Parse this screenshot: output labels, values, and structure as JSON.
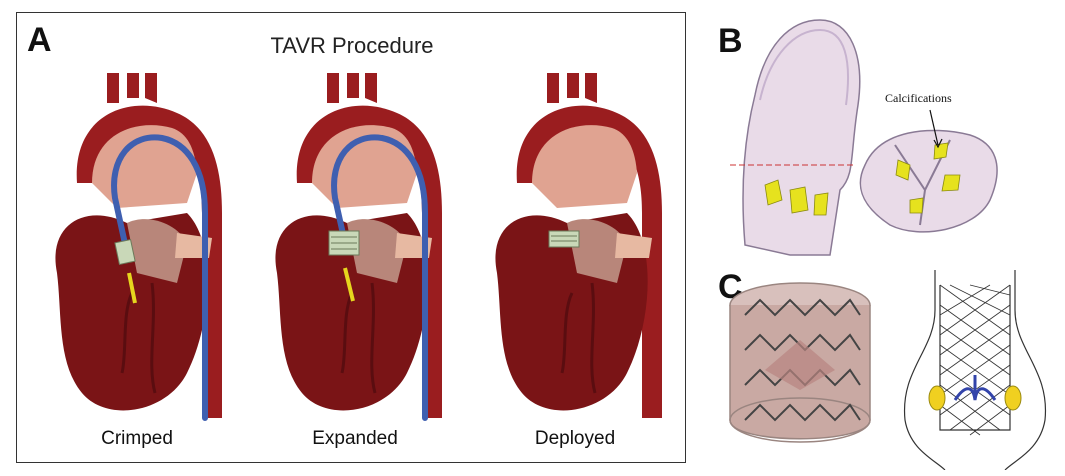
{
  "panel_a": {
    "label": "A",
    "title": "TAVR Procedure",
    "stages": [
      {
        "caption": "Crimped"
      },
      {
        "caption": "Expanded"
      },
      {
        "caption": "Deployed"
      }
    ]
  },
  "panel_b": {
    "label": "B",
    "annotation": "Calcifications"
  },
  "panel_c": {
    "label": "C"
  },
  "colors": {
    "aorta": "#9a1d1f",
    "heart_muscle": "#7a1416",
    "catheter": "#3f5fb0",
    "valve_stent": "#c9d8b8",
    "calcification": "#e6e21e",
    "vessel_pink": "#e9dbe8",
    "leaflet_blue": "#3344aa"
  }
}
